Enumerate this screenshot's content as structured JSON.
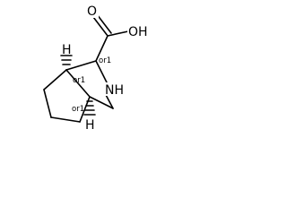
{
  "labels": {
    "oxygen_carbonyl": "O",
    "hydroxyl": "OH",
    "nitrogen": "NH",
    "stereo_c1": "or1",
    "stereo_c3a": "or1",
    "stereo_c6a": "or1"
  },
  "atoms": {
    "h_top": "H",
    "h_bottom": "H"
  }
}
